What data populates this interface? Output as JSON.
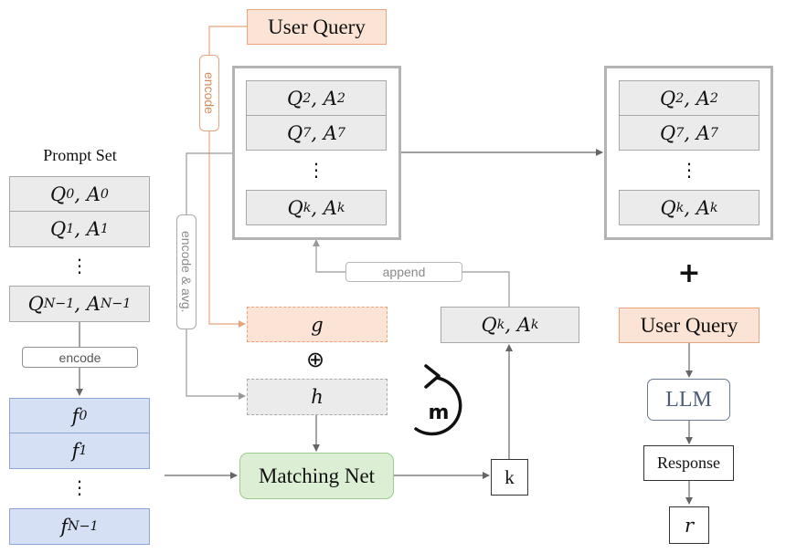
{
  "prompt_set": {
    "title": "Prompt Set",
    "pairs": [
      {
        "q": "Q",
        "q_sub": "0",
        "a": "A",
        "a_sub": "0"
      },
      {
        "q": "Q",
        "q_sub": "1",
        "a": "A",
        "a_sub": "1"
      },
      {
        "q": "Q",
        "q_sub": "N−1",
        "a": "A",
        "a_sub": "N−1"
      }
    ],
    "encode_label": "encode",
    "features": [
      {
        "f": "f",
        "sub": "0"
      },
      {
        "f": "f",
        "sub": "1"
      },
      {
        "f": "f",
        "sub": "N−1"
      }
    ]
  },
  "ellipsis": "⋮",
  "user_query_top": "User Query",
  "encode_vertical": "encode",
  "encode_avg_vertical": "encode & avg.",
  "selected_set": {
    "pairs": [
      {
        "q": "Q",
        "q_sub": "2",
        "a": "A",
        "a_sub": "2"
      },
      {
        "q": "Q",
        "q_sub": "7",
        "a": "A",
        "a_sub": "7"
      },
      {
        "q": "Q",
        "q_sub": "k",
        "a": "A",
        "a_sub": "k"
      }
    ]
  },
  "g_label": "g",
  "oplus": "⊕",
  "h_label": "h",
  "loop_label": "m",
  "matching_net": "Matching Net",
  "k_label": "k",
  "append_label": "append",
  "picked_pair": {
    "q": "Q",
    "q_sub": "k",
    "a": "A",
    "a_sub": "k"
  },
  "output_set": {
    "pairs": [
      {
        "q": "Q",
        "q_sub": "2",
        "a": "A",
        "a_sub": "2"
      },
      {
        "q": "Q",
        "q_sub": "7",
        "a": "A",
        "a_sub": "7"
      },
      {
        "q": "Q",
        "q_sub": "k",
        "a": "A",
        "a_sub": "k"
      }
    ]
  },
  "plus": "+",
  "user_query_right": "User Query",
  "llm": "LLM",
  "response": "Response",
  "r_label": "r",
  "colors": {
    "orange_line": "#e8a47d",
    "gray_line": "#999999",
    "dark_line": "#555555",
    "loop": "#111111"
  }
}
